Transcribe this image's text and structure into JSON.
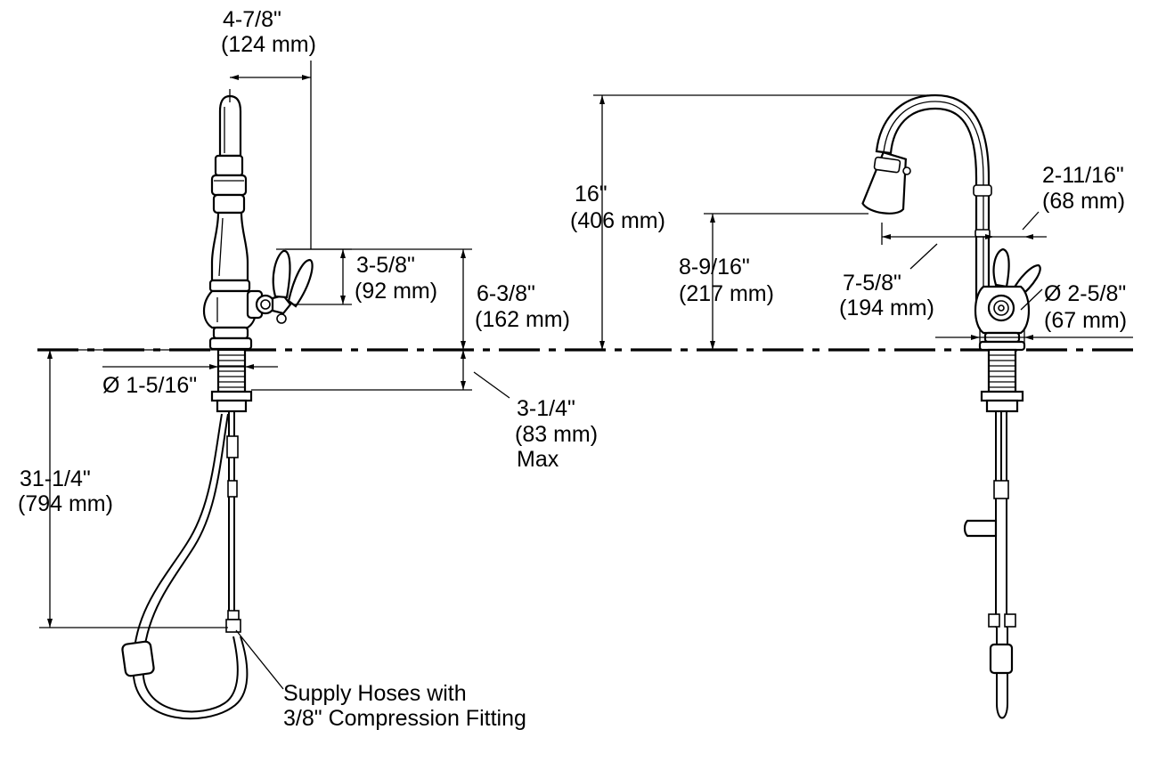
{
  "dimensions": {
    "spout_reach_in": "4-7/8\"",
    "spout_reach_mm": "(124 mm)",
    "handle_height_in": "3-5/8\"",
    "handle_height_mm": "(92 mm)",
    "body_height_in": "6-3/8\"",
    "body_height_mm": "(162 mm)",
    "shank_diameter": "Ø 1-5/16\"",
    "deck_thickness_in": "3-1/4\"",
    "deck_thickness_mm": "(83 mm)",
    "deck_thickness_note": "Max",
    "hose_length_in": "31-1/4\"",
    "hose_length_mm": "(794 mm)",
    "total_height_in": "16\"",
    "total_height_mm": "(406 mm)",
    "spray_clearance_in": "8-9/16\"",
    "spray_clearance_mm": "(217 mm)",
    "spout_projection_in": "7-5/8\"",
    "spout_projection_mm": "(194 mm)",
    "spray_offset_in": "2-11/16\"",
    "spray_offset_mm": "(68 mm)",
    "base_diameter_in": "Ø 2-5/8\"",
    "base_diameter_mm": "(67 mm)"
  },
  "supply_note": {
    "line1": "Supply Hoses with",
    "line2": "3/8\" Compression Fitting"
  }
}
